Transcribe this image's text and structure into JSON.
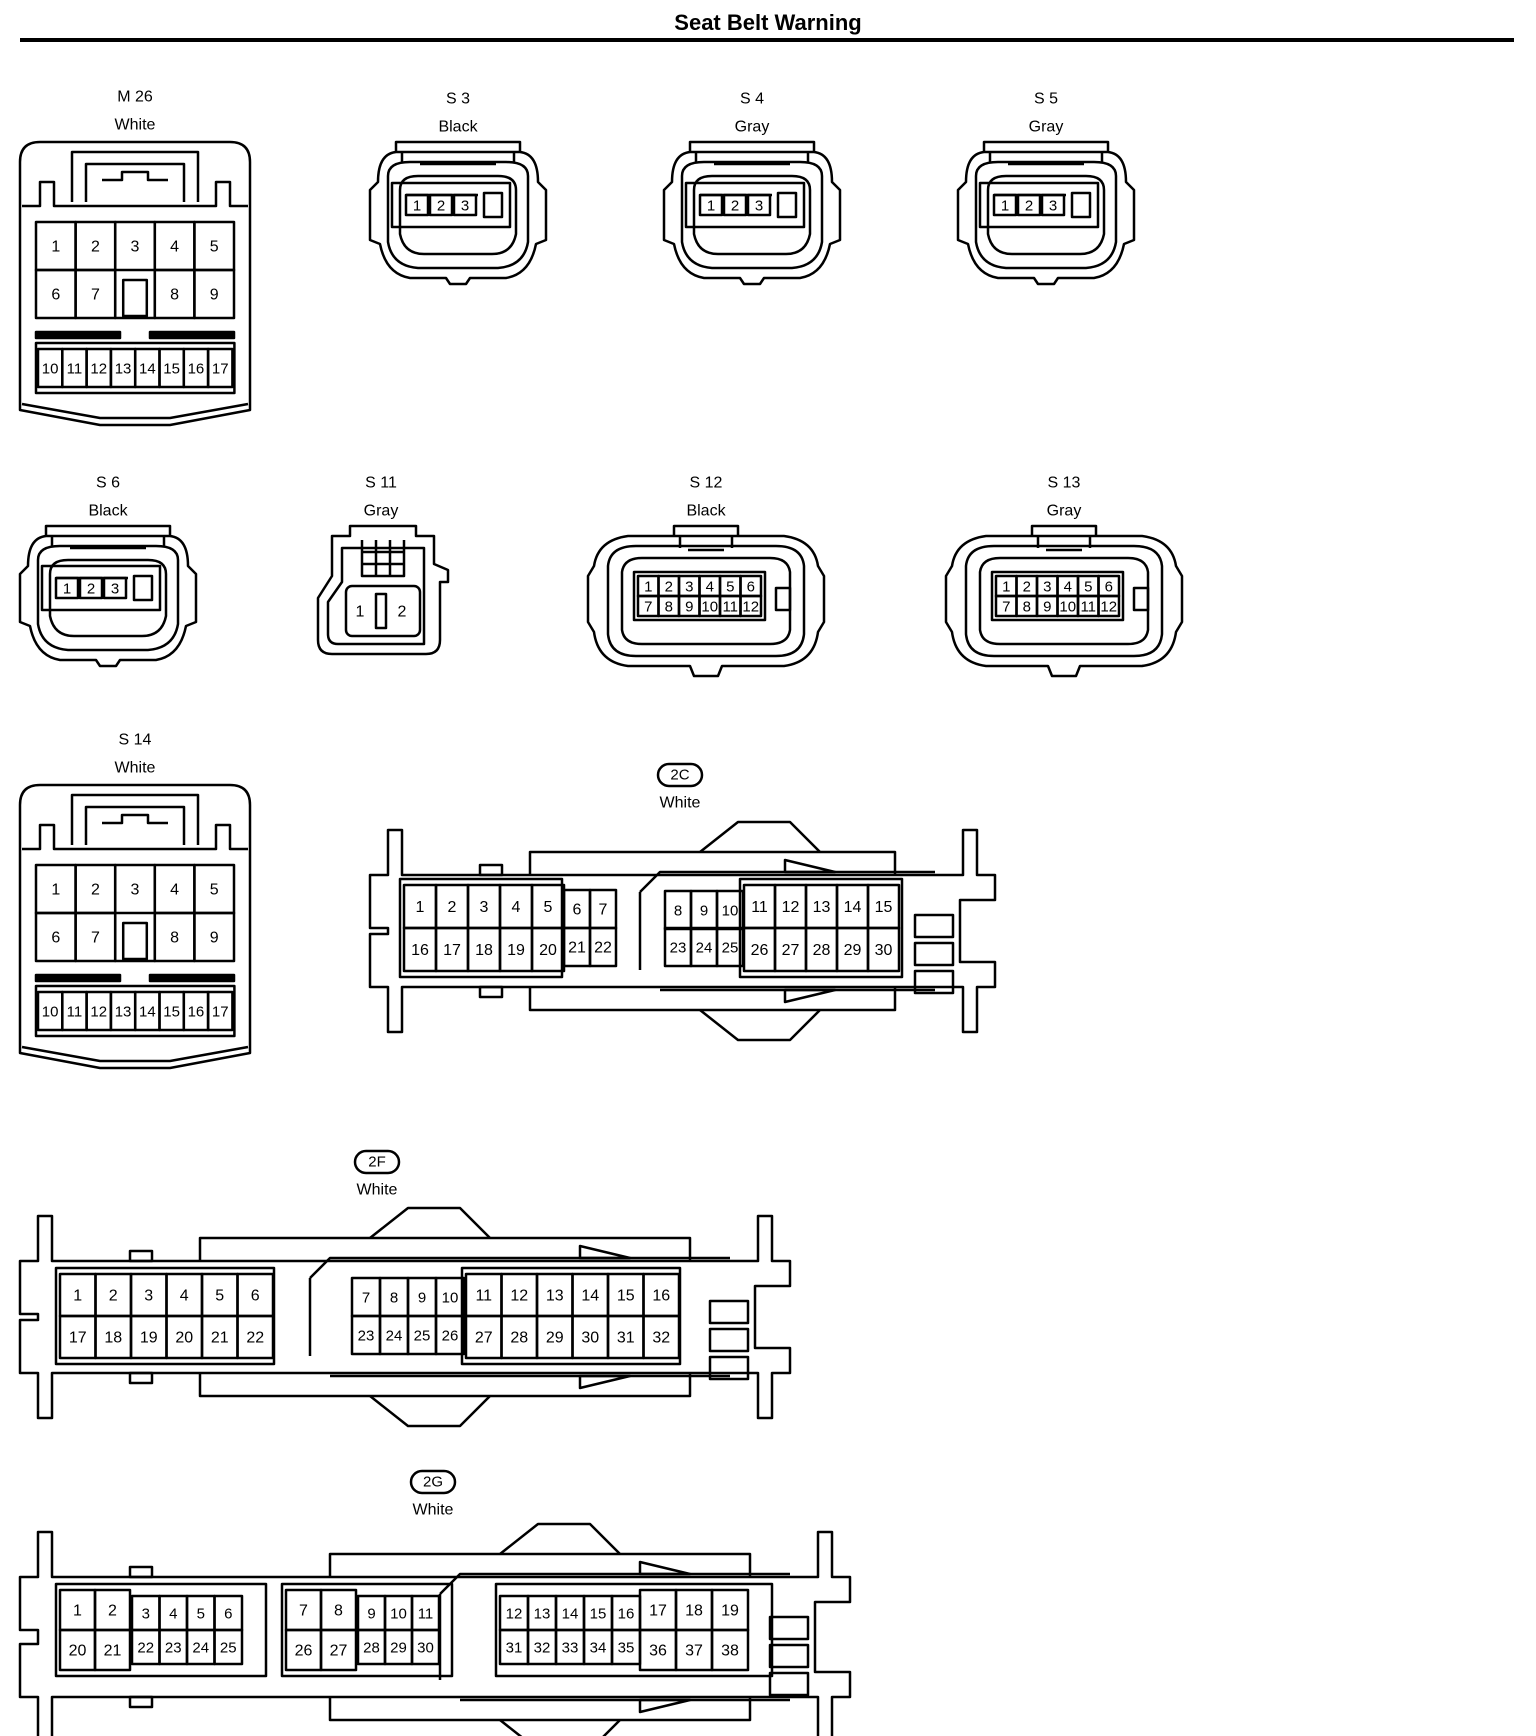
{
  "title": "Seat Belt Warning",
  "connectors": {
    "m26": {
      "id": "M 26",
      "color": "White",
      "rows": [
        [
          "1",
          "2",
          "3",
          "4",
          "5"
        ],
        [
          "6",
          "7",
          "8",
          "9"
        ],
        [
          "10",
          "11",
          "12",
          "13",
          "14",
          "15",
          "16",
          "17"
        ]
      ]
    },
    "s3": {
      "id": "S 3",
      "color": "Black",
      "pins": [
        "1",
        "2",
        "3"
      ]
    },
    "s4": {
      "id": "S 4",
      "color": "Gray",
      "pins": [
        "1",
        "2",
        "3"
      ]
    },
    "s5": {
      "id": "S 5",
      "color": "Gray",
      "pins": [
        "1",
        "2",
        "3"
      ]
    },
    "s6": {
      "id": "S 6",
      "color": "Black",
      "pins": [
        "1",
        "2",
        "3"
      ]
    },
    "s11": {
      "id": "S 11",
      "color": "Gray",
      "pins": [
        "1",
        "2"
      ]
    },
    "s12": {
      "id": "S 12",
      "color": "Black",
      "rows": [
        [
          "1",
          "2",
          "3",
          "4",
          "5",
          "6"
        ],
        [
          "7",
          "8",
          "9",
          "10",
          "11",
          "12"
        ]
      ]
    },
    "s13": {
      "id": "S 13",
      "color": "Gray",
      "rows": [
        [
          "1",
          "2",
          "3",
          "4",
          "5",
          "6"
        ],
        [
          "7",
          "8",
          "9",
          "10",
          "11",
          "12"
        ]
      ]
    },
    "s14": {
      "id": "S 14",
      "color": "White",
      "rows": [
        [
          "1",
          "2",
          "3",
          "4",
          "5"
        ],
        [
          "6",
          "7",
          "8",
          "9"
        ],
        [
          "10",
          "11",
          "12",
          "13",
          "14",
          "15",
          "16",
          "17"
        ]
      ]
    },
    "c2c": {
      "id": "2C",
      "color": "White",
      "rows": [
        [
          "1",
          "2",
          "3",
          "4",
          "5",
          "6",
          "7",
          "8",
          "9",
          "10",
          "11",
          "12",
          "13",
          "14",
          "15"
        ],
        [
          "16",
          "17",
          "18",
          "19",
          "20",
          "21",
          "22",
          "23",
          "24",
          "25",
          "26",
          "27",
          "28",
          "29",
          "30"
        ]
      ]
    },
    "c2f": {
      "id": "2F",
      "color": "White",
      "rows": [
        [
          "1",
          "2",
          "3",
          "4",
          "5",
          "6",
          "7",
          "8",
          "9",
          "10",
          "11",
          "12",
          "13",
          "14",
          "15",
          "16"
        ],
        [
          "17",
          "18",
          "19",
          "20",
          "21",
          "22",
          "23",
          "24",
          "25",
          "26",
          "27",
          "28",
          "29",
          "30",
          "31",
          "32"
        ]
      ]
    },
    "c2g": {
      "id": "2G",
      "color": "White",
      "rows": [
        [
          "1",
          "2",
          "3",
          "4",
          "5",
          "6",
          "7",
          "8",
          "9",
          "10",
          "11",
          "12",
          "13",
          "14",
          "15",
          "16",
          "17",
          "18",
          "19"
        ],
        [
          "20",
          "21",
          "22",
          "23",
          "24",
          "25",
          "26",
          "27",
          "28",
          "29",
          "30",
          "31",
          "32",
          "33",
          "34",
          "35",
          "36",
          "37",
          "38"
        ]
      ]
    }
  }
}
